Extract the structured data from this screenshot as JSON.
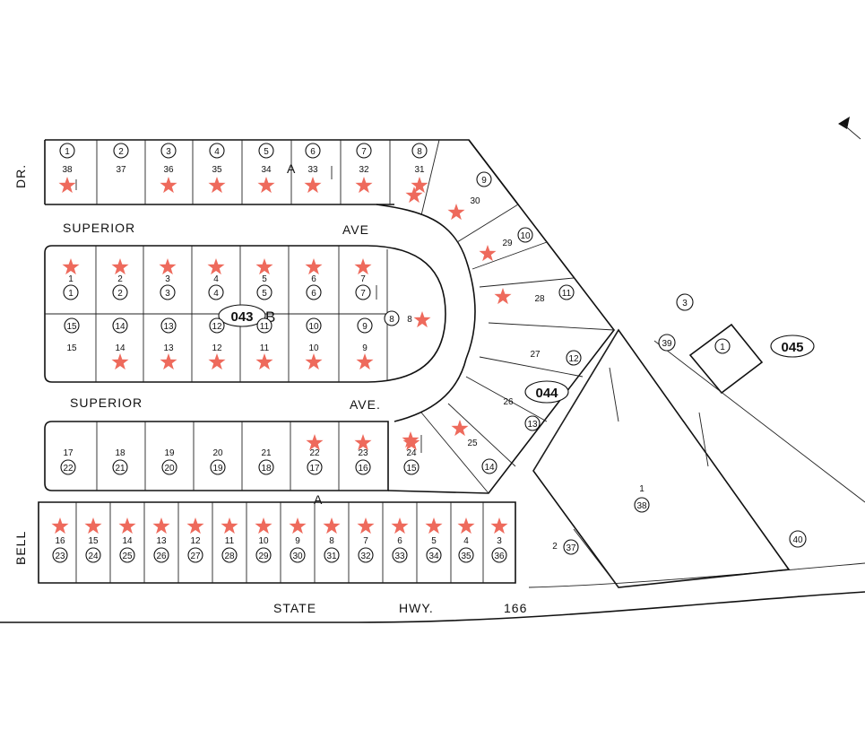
{
  "colors": {
    "star": "#EE6A5C",
    "ink": "#111111",
    "paper": "#FFFFFF"
  },
  "roads": {
    "superior_upper": "SUPERIOR",
    "ave_upper": "AVE",
    "superior_lower": "SUPERIOR",
    "ave_lower": "AVE.",
    "state": "STATE",
    "hwy": "HWY.",
    "hwy_num": "166",
    "dr": "DR.",
    "bell": "BELL"
  },
  "block_letters": [
    "A",
    "B",
    "A"
  ],
  "page_labels": {
    "p043": "043",
    "p044": "044",
    "p045": "045",
    "parcel3": "3"
  },
  "row1": {
    "lots": [
      "38",
      "37",
      "36",
      "35",
      "34",
      "33",
      "32",
      "31"
    ],
    "circles": [
      "1",
      "2",
      "3",
      "4",
      "5",
      "6",
      "7",
      "8"
    ],
    "starred": [
      true,
      false,
      true,
      true,
      true,
      true,
      true,
      true
    ]
  },
  "row2": {
    "lots": [
      "1",
      "2",
      "3",
      "4",
      "5",
      "6",
      "7"
    ],
    "circles": [
      "1",
      "2",
      "3",
      "4",
      "5",
      "6",
      "7"
    ],
    "starred": [
      true,
      true,
      true,
      true,
      true,
      true,
      true
    ]
  },
  "row3": {
    "lots": [
      "15",
      "14",
      "13",
      "12",
      "11",
      "10",
      "9"
    ],
    "circles": [
      "15",
      "14",
      "13",
      "12",
      "11",
      "10",
      "9"
    ],
    "starred": [
      false,
      true,
      true,
      true,
      true,
      true,
      true
    ]
  },
  "row4": {
    "lots": [
      "17",
      "18",
      "19",
      "20",
      "21",
      "22",
      "23",
      "24"
    ],
    "circles": [
      "22",
      "21",
      "20",
      "19",
      "18",
      "17",
      "16",
      "15"
    ],
    "starred": [
      false,
      false,
      false,
      false,
      false,
      true,
      true,
      true
    ]
  },
  "row5": {
    "lots": [
      "16",
      "15",
      "14",
      "13",
      "12",
      "11",
      "10",
      "9",
      "8",
      "7",
      "6",
      "5",
      "4",
      "3"
    ],
    "circles": [
      "23",
      "24",
      "25",
      "26",
      "27",
      "28",
      "29",
      "30",
      "31",
      "32",
      "33",
      "34",
      "35",
      "36"
    ],
    "starred": [
      true,
      true,
      true,
      true,
      true,
      true,
      true,
      true,
      true,
      true,
      true,
      true,
      true,
      true
    ]
  },
  "curve_lots": {
    "lot30": "30",
    "c9": "9",
    "lot29": "29",
    "c10": "10",
    "lot28": "28",
    "c11": "11",
    "lot27": "27",
    "c12": "12",
    "lot26": "26",
    "c13": "13",
    "lot25": "25",
    "c14": "14",
    "lot8": "8",
    "c8": "8"
  },
  "parcels": {
    "big_lot": "1",
    "big_circle": "38",
    "lot2": "2",
    "c37": "37",
    "c39": "39",
    "c40": "40",
    "c1": "1"
  }
}
